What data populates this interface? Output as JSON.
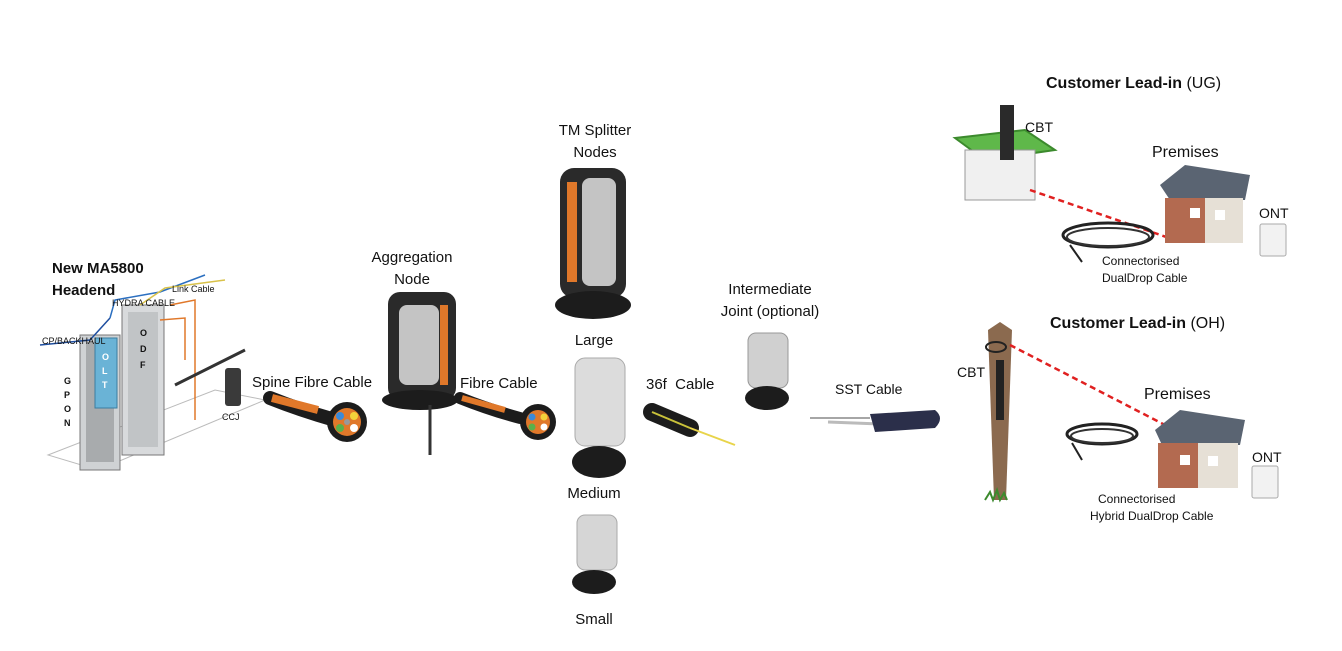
{
  "headend": {
    "title_line1": "New MA5800",
    "title_line2": "Headend",
    "gpon_letters": [
      "G",
      "P",
      "O",
      "N"
    ],
    "olt_letters": [
      "O",
      "L",
      "T"
    ],
    "odf_letters": [
      "O",
      "D",
      "F"
    ],
    "cp_backhaul": "CP/BACKHAUL",
    "hydra_cable": "HYDRA CABLE",
    "link_cable": "Link Cable",
    "ccj": "CCJ"
  },
  "spine_cable": "Spine Fibre Cable",
  "aggregation_node": {
    "line1": "Aggregation",
    "line2": "Node"
  },
  "fibre_cable": "Fibre Cable",
  "tm_splitter": {
    "line1": "TM Splitter",
    "line2": "Nodes",
    "sizes": [
      "Large",
      "Medium",
      "Small"
    ]
  },
  "cable_36f": "36f  Cable",
  "intermediate_joint": {
    "line1": "Intermediate",
    "line2": "Joint (optional)"
  },
  "sst_cable": "SST Cable",
  "ug": {
    "title_bold": "Customer Lead-in",
    "title_suffix": "(UG)",
    "cbt": "CBT",
    "premises": "Premises",
    "ont": "ONT",
    "cable_line1": "Connectorised",
    "cable_line2": "DualDrop Cable"
  },
  "oh": {
    "title_bold": "Customer Lead-in",
    "title_suffix": "(OH)",
    "cbt": "CBT",
    "premises": "Premises",
    "ont": "ONT",
    "cable_line1": "Connectorised",
    "cable_line2": "Hybrid DualDrop Cable"
  },
  "colors": {
    "drop_line": "#e02020",
    "cable_jacket": "#1c1c1c",
    "fibre_orange": "#e0782a",
    "closure_dark": "#2a2a2a",
    "closure_grey": "#b8b8b8",
    "pole_brown": "#8b6a4f",
    "roof": "#5a6472",
    "brick": "#b36a50"
  }
}
